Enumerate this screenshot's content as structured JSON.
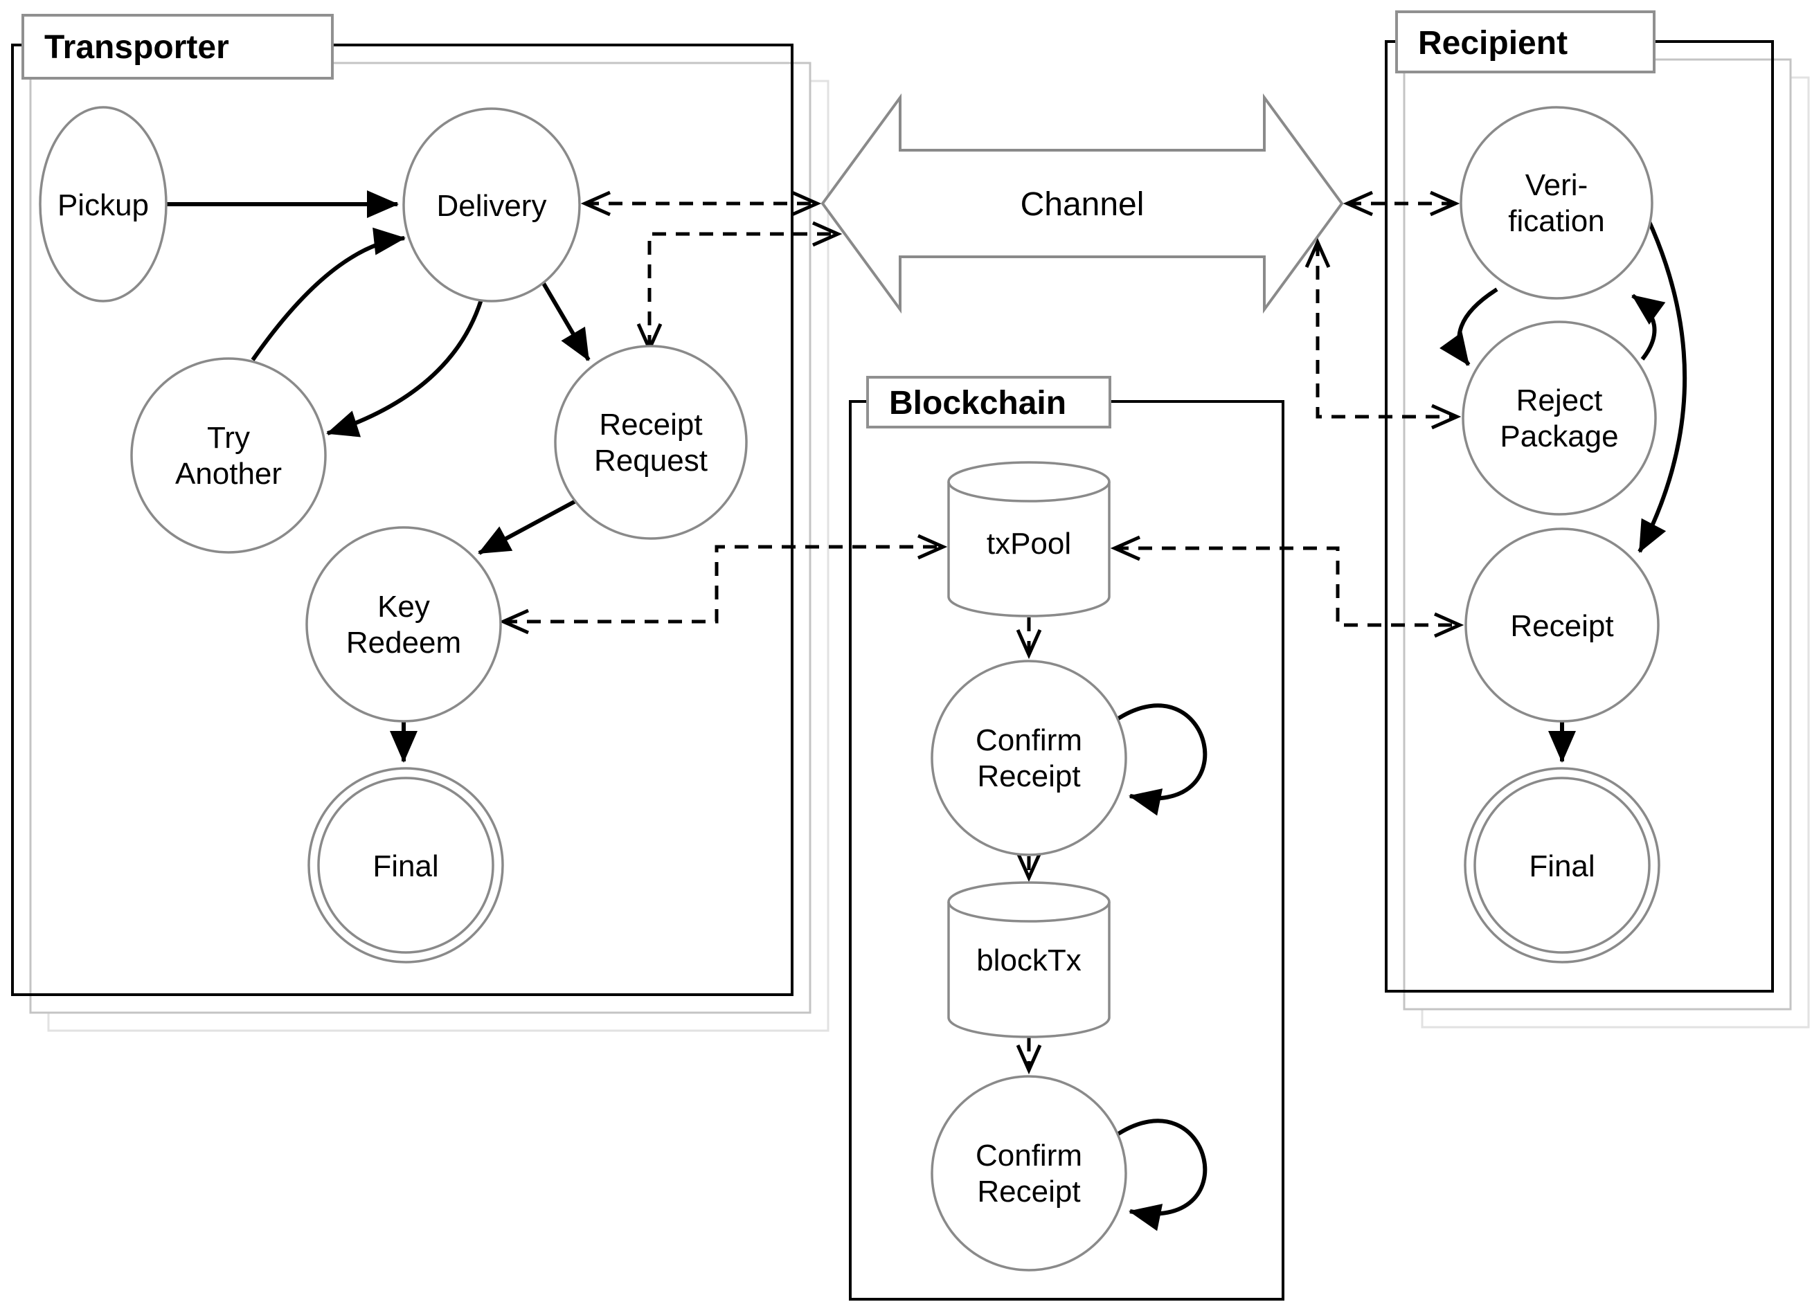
{
  "diagram": {
    "containers": {
      "transporter": {
        "label": "Transporter"
      },
      "blockchain": {
        "label": "Blockchain"
      },
      "recipient": {
        "label": "Recipient"
      }
    },
    "channel": {
      "label": "Channel"
    },
    "nodes": {
      "pickup": {
        "lines": [
          "Pickup"
        ]
      },
      "delivery": {
        "lines": [
          "Delivery"
        ]
      },
      "try_another": {
        "lines": [
          "Try",
          "Another"
        ]
      },
      "receipt_request": {
        "lines": [
          "Receipt",
          "Request"
        ]
      },
      "key_redeem": {
        "lines": [
          "Key",
          "Redeem"
        ]
      },
      "final_transporter": {
        "lines": [
          "Final"
        ]
      },
      "tx_pool": {
        "lines": [
          "txPool"
        ]
      },
      "confirm_receipt_1": {
        "lines": [
          "Confirm",
          "Receipt"
        ]
      },
      "block_tx": {
        "lines": [
          "blockTx"
        ]
      },
      "confirm_receipt_2": {
        "lines": [
          "Confirm",
          "Receipt"
        ]
      },
      "verification": {
        "lines": [
          "Veri-",
          "fication"
        ]
      },
      "reject_package": {
        "lines": [
          "Reject",
          "Package"
        ]
      },
      "receipt": {
        "lines": [
          "Receipt"
        ]
      },
      "final_recipient": {
        "lines": [
          "Final"
        ]
      }
    },
    "colors": {
      "text": "#000000",
      "arrow": "#000000",
      "box_stroke": "#000000",
      "node_stroke": "#8a8a8a",
      "label_box_stroke": "#909090",
      "channel_stroke": "#8a8a8a",
      "shadow1": "#c4c4c4",
      "shadow2": "#e2e2e2"
    }
  }
}
